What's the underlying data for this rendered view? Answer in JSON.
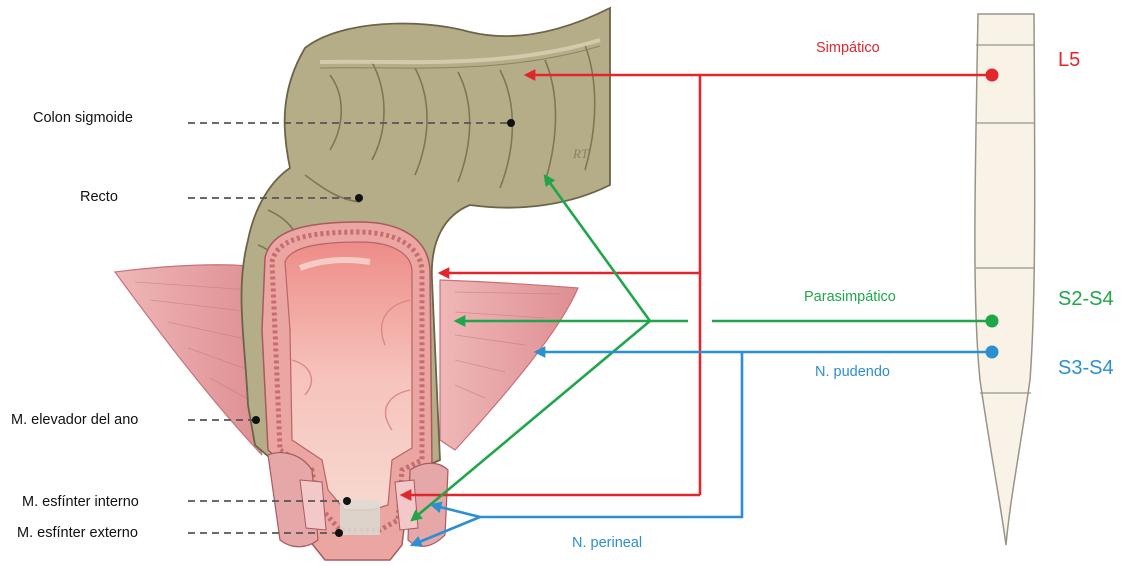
{
  "anatomy_labels": {
    "colon": "Colon sigmoide",
    "rectum": "Recto",
    "levator": "M. elevador del ano",
    "internal": "M. esfínter interno",
    "external": "M. esfínter externo"
  },
  "pathways": {
    "sympathetic": "Simpático",
    "parasympathetic": "Parasimpático",
    "pudendal": "N. pudendo",
    "perineal": "N. perineal"
  },
  "spinal_levels": {
    "l5": "L5",
    "s2s4": "S2-S4",
    "s3s4": "S3-S4"
  },
  "artist_signature": "RT",
  "colors": {
    "sympathetic": "#e3262b",
    "parasympathetic": "#1fa64a",
    "pudendal": "#2b8fd2",
    "colon": "#b5ad88",
    "colon_dark": "#7f7654",
    "muscle": "#e7a4a4",
    "mucosa": "#f3b5ad",
    "spine": "#f8f3e6"
  }
}
